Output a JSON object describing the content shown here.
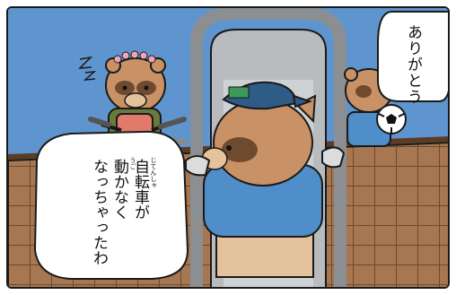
{
  "speech": {
    "thanks": "ありがとう",
    "bike_lines": [
      "自転車が",
      "動かなく",
      "なっちゃったわ"
    ],
    "ruby_jitensha": "じてんしゃ",
    "ruby_ugo": "うご"
  },
  "colors": {
    "sky": "#5f95cf",
    "fence": "#a67751",
    "fence_dark": "#6e4a2f",
    "fur": "#c99266",
    "fur_light": "#e4c29b",
    "cap": "#2f5b87",
    "shirt": "#4f8ec9",
    "apron": "#e07a6a",
    "outline": "#1a1a1a",
    "ball_white": "#ffffff",
    "slide_gray": "#b9bcbf"
  },
  "icons": {
    "sleep_mark": "zz-mark-icon",
    "soccer_ball": "soccer-ball-icon",
    "flower": "flower-crown-icon"
  }
}
